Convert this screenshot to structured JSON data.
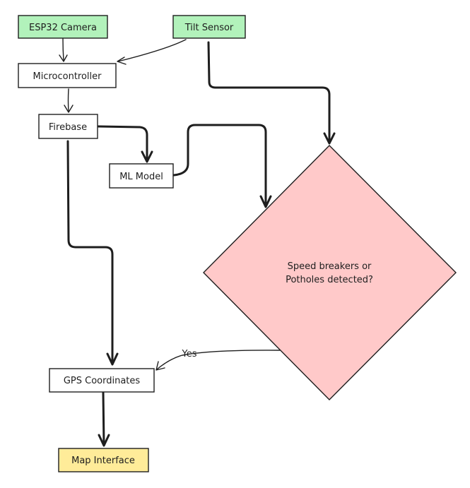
{
  "nodes": {
    "esp32_camera": "ESP32 Camera",
    "tilt_sensor": "Tilt Sensor",
    "microcontroller": "Microcontroller",
    "firebase": "Firebase",
    "ml_model": "ML Model",
    "decision_line1": "Speed breakers or",
    "decision_line2": "Potholes detected?",
    "gps_coordinates": "GPS Coordinates",
    "map_interface": "Map Interface"
  },
  "edge_labels": {
    "yes": "Yes"
  },
  "colors": {
    "green_fill": "#b2f2bb",
    "yellow_fill": "#ffec99",
    "pink_fill": "#ffc9c9",
    "white_fill": "#ffffff",
    "stroke": "#1e1e1e"
  }
}
